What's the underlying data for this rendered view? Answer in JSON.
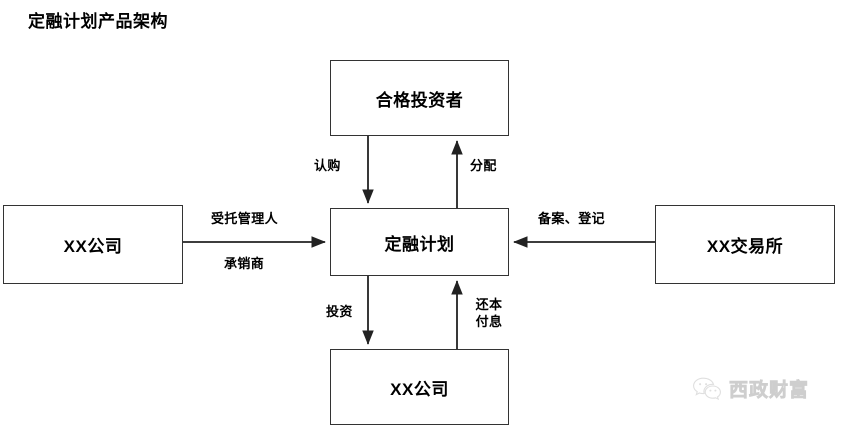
{
  "title": "定融计划产品架构",
  "colors": {
    "background": "#ffffff",
    "box_border": "#333333",
    "text": "#000000",
    "connector": "#222222",
    "watermark": "#e2e2e2"
  },
  "nodes": {
    "investors": "合格投资者",
    "plan": "定融计划",
    "left_company": "XX公司",
    "exchange": "XX交易所",
    "bottom_company": "XX公司"
  },
  "edges": {
    "subscribe": "认购",
    "allocate": "分配",
    "trustee": "受托管理人",
    "underwriter": "承销商",
    "filing": "备案、登记",
    "invest": "投资",
    "repay_line1": "还本",
    "repay_line2": "付息"
  },
  "watermark": {
    "icon": "wechat-icon",
    "text": "西政财富"
  }
}
